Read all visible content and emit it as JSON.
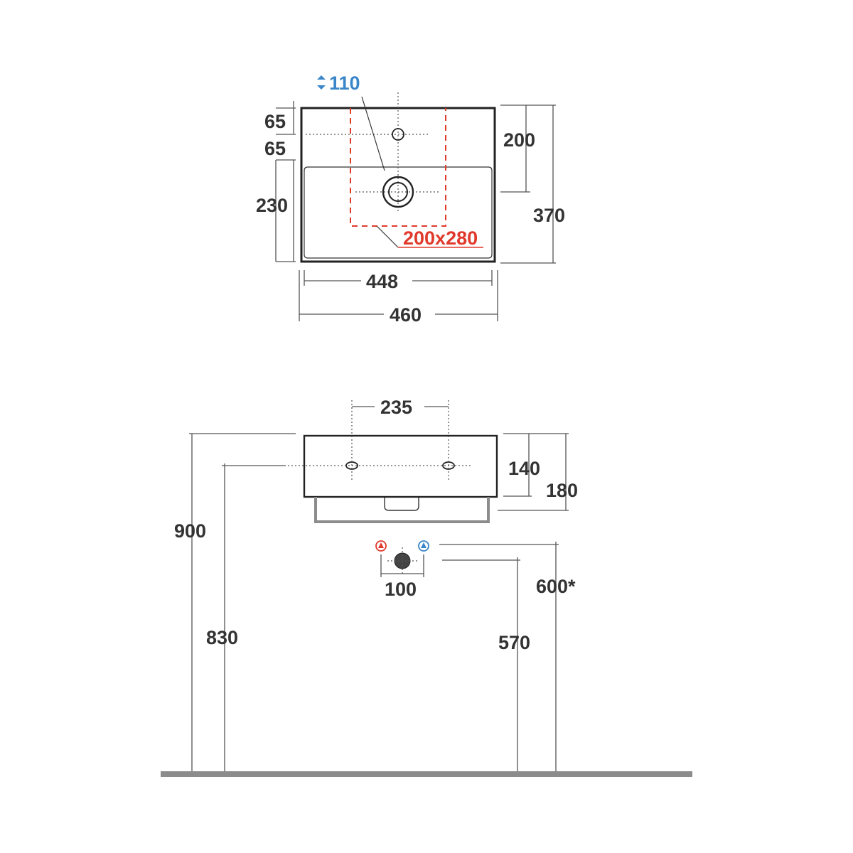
{
  "top_view": {
    "tap_hole_height": "110",
    "top_offset_1": "65",
    "top_offset_2": "65",
    "bowl_depth": "230",
    "drain_offset": "200",
    "overall_depth": "370",
    "inner_width": "448",
    "overall_width": "460",
    "cabinet_cutout": "200x280"
  },
  "front_view": {
    "tap_spacing": "235",
    "basin_height": "140",
    "total_height": "180",
    "rim_height_floor": "900",
    "tap_hole_height_floor": "830",
    "supply_spacing": "100",
    "supply_height": "600*",
    "drain_height": "570"
  },
  "colors": {
    "line": "#222222",
    "cutout_red": "#e03a2c",
    "tap_blue": "#3a86c8",
    "floor_grey": "#8c8c8c"
  }
}
